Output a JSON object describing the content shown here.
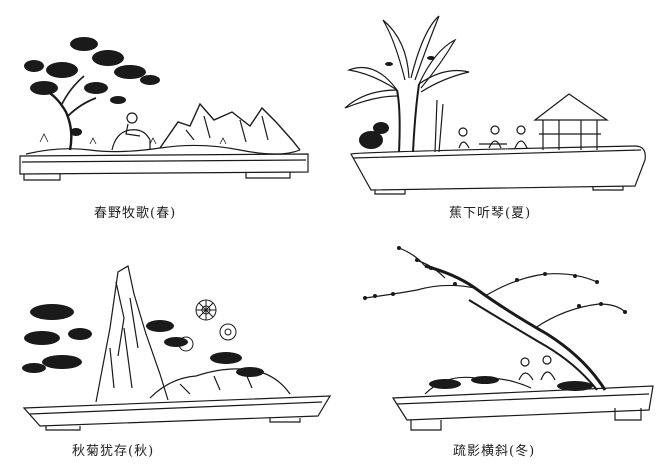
{
  "captions": {
    "spring": "春野牧歌(春)",
    "summer": "蕉下听琴(夏)",
    "autumn": "秋菊犹存(秋)",
    "winter": "疏影横斜(冬)"
  },
  "colors": {
    "ink": "#1a1a1a",
    "paper": "#ffffff"
  }
}
